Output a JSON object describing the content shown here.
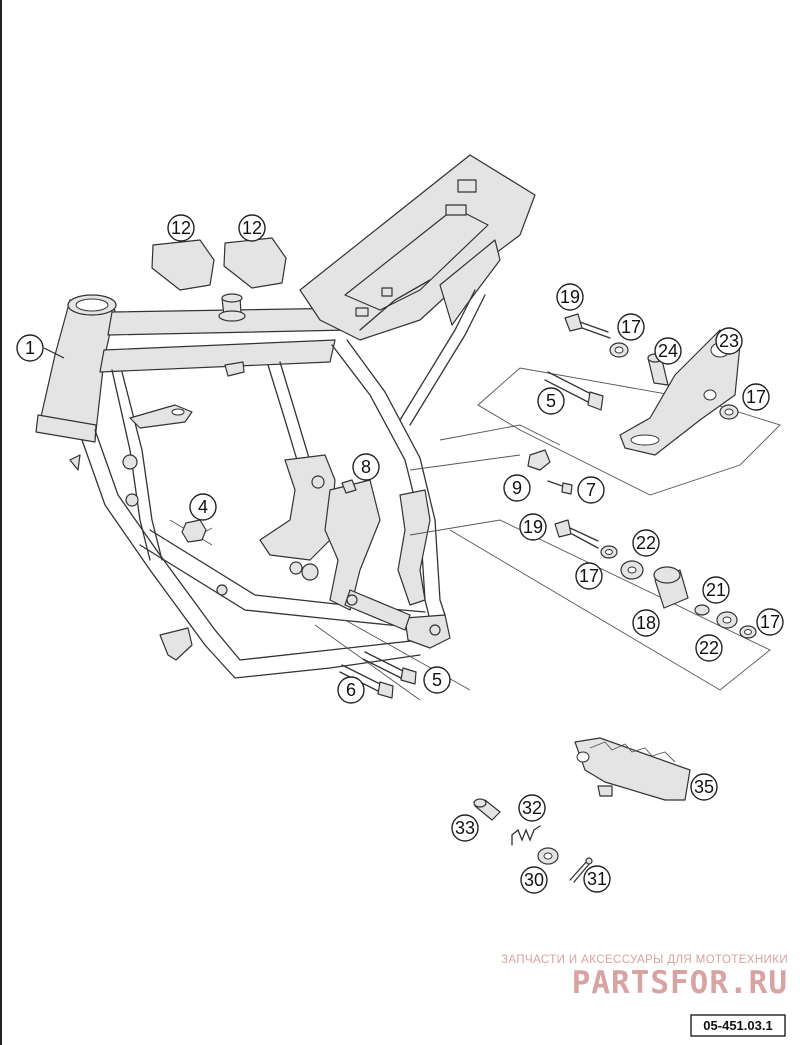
{
  "callouts": [
    "1",
    "4",
    "5",
    "5",
    "6",
    "7",
    "8",
    "9",
    "12",
    "12",
    "17",
    "17",
    "17",
    "17",
    "18",
    "19",
    "19",
    "21",
    "22",
    "22",
    "23",
    "24",
    "30",
    "31",
    "32",
    "33",
    "35"
  ],
  "watermark": {
    "tagline": "ЗАПЧАСТИ И АКСЕССУАРЫ ДЛЯ МОТОТЕХНИКИ",
    "logo": "PARTSFOR.RU"
  },
  "document_number": "05-451.03.1",
  "colors": {
    "line": "#333333",
    "part_fill": "#e4e4e4",
    "watermark": "#d8a3a3"
  }
}
